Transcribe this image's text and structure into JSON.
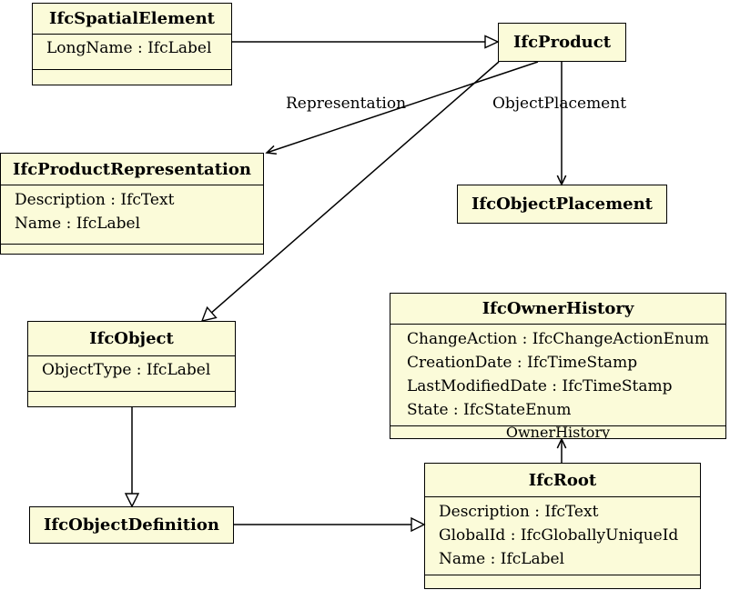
{
  "diagram": {
    "kind": "uml-class-diagram",
    "colors": {
      "box_fill": "#FBFBD9",
      "box_border": "#000000",
      "line": "#000000",
      "text": "#000000",
      "background": "#FFFFFF"
    },
    "classes": [
      {
        "name": "IfcSpatialElement",
        "attributes": [
          "LongName : IfcLabel"
        ]
      },
      {
        "name": "IfcProduct",
        "attributes": []
      },
      {
        "name": "IfcProductRepresentation",
        "attributes": [
          "Description : IfcText",
          "Name : IfcLabel"
        ]
      },
      {
        "name": "IfcObjectPlacement",
        "attributes": []
      },
      {
        "name": "IfcOwnerHistory",
        "attributes": [
          "ChangeAction : IfcChangeActionEnum",
          "CreationDate : IfcTimeStamp",
          "LastModifiedDate : IfcTimeStamp",
          "State : IfcStateEnum"
        ]
      },
      {
        "name": "IfcObject",
        "attributes": [
          "ObjectType : IfcLabel"
        ]
      },
      {
        "name": "IfcObjectDefinition",
        "attributes": []
      },
      {
        "name": "IfcRoot",
        "attributes": [
          "Description : IfcText",
          "GlobalId : IfcGloballyUniqueId",
          "Name : IfcLabel"
        ]
      }
    ],
    "edges": [
      {
        "from": "IfcSpatialElement",
        "to": "IfcProduct",
        "type": "generalization",
        "label": ""
      },
      {
        "from": "IfcProduct",
        "to": "IfcProductRepresentation",
        "type": "association",
        "label": "Representation"
      },
      {
        "from": "IfcProduct",
        "to": "IfcObjectPlacement",
        "type": "association",
        "label": "ObjectPlacement"
      },
      {
        "from": "IfcProduct",
        "to": "IfcObject",
        "type": "generalization",
        "label": ""
      },
      {
        "from": "IfcObject",
        "to": "IfcObjectDefinition",
        "type": "generalization",
        "label": ""
      },
      {
        "from": "IfcObjectDefinition",
        "to": "IfcRoot",
        "type": "generalization",
        "label": ""
      },
      {
        "from": "IfcRoot",
        "to": "IfcOwnerHistory",
        "type": "association",
        "label": "OwnerHistory"
      }
    ]
  }
}
